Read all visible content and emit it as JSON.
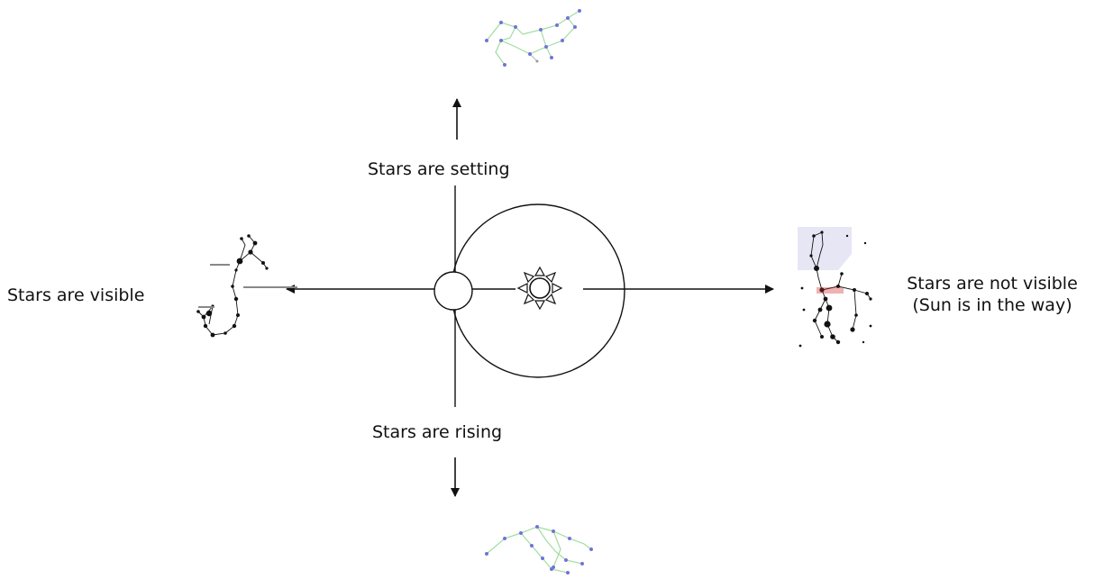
{
  "labels": {
    "setting": "Stars are setting",
    "rising": "Stars are rising",
    "visible": "Stars are visible",
    "not_visible_line1": "Stars are not visible",
    "not_visible_line2": "(Sun is in the way)"
  },
  "constellations": {
    "top": "leo-constellation-image",
    "bottom": "leo-constellation-image",
    "left": "scorpius-constellation-image",
    "right": "orion-constellation-image"
  },
  "colors": {
    "line": "#111111",
    "constellation_line_green": "#7fd07f",
    "constellation_star_blue": "#5a5ad6",
    "orion_label": "#cc2222",
    "orion_background": "#e6e6f5"
  }
}
